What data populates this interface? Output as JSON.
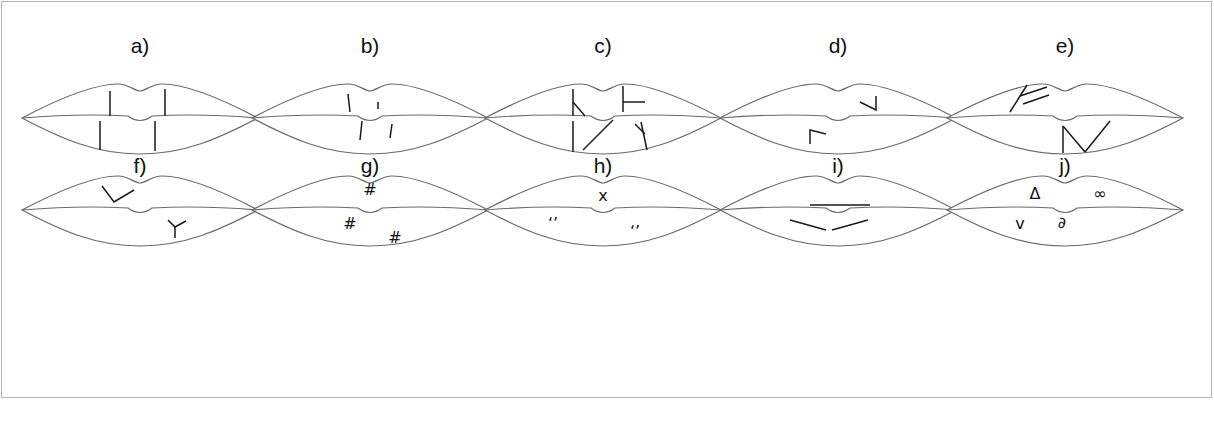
{
  "diagram": {
    "labels": [
      "a)",
      "b)",
      "c)",
      "d)",
      "e)",
      "f)",
      "g)",
      "h)",
      "i)",
      "j)",
      "#",
      "#",
      "#",
      "x",
      "‘’",
      "‘’",
      "Δ",
      "∞",
      "v",
      "∂"
    ]
  }
}
